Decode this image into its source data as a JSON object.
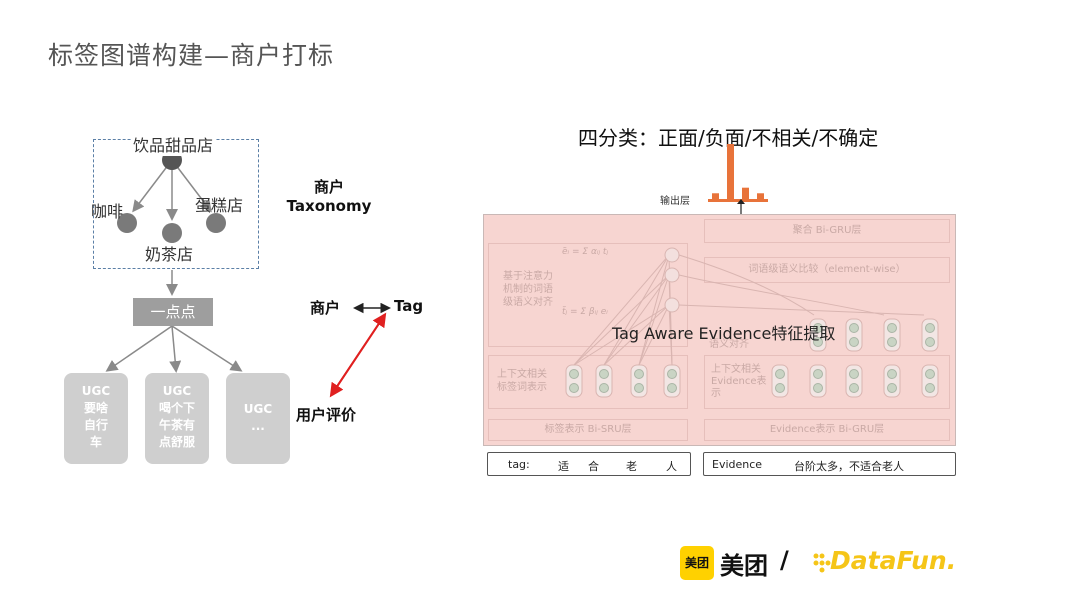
{
  "title": "标签图谱构建—商户打标",
  "taxonomy": {
    "root": "饮品甜品店",
    "child_left": "咖啡",
    "child_right": "蛋糕店",
    "child_bottom": "奶茶店",
    "label_line1": "商户",
    "label_line2": "Taxonomy"
  },
  "shop": "一点点",
  "ugc": [
    {
      "title": "UGC",
      "lines": [
        "要啥",
        "自行",
        "车"
      ]
    },
    {
      "title": "UGC",
      "lines": [
        "喝个下",
        "午茶有",
        "点舒服"
      ]
    },
    {
      "title": "UGC",
      "lines": [
        "..."
      ]
    }
  ],
  "relation": {
    "merchant": "商户",
    "tag": "Tag",
    "user_review": "用户评价"
  },
  "model": {
    "output_title": "四分类：正面/负面/不相关/不确定",
    "output_layer": "输出层",
    "overlay_title": "Tag Aware Evidence特征提取",
    "agg_layer": "聚合 Bi-GRU层",
    "compare_layer": "词语级语义比较（element-wise）",
    "attention": [
      "基于注意力",
      "机制的词语",
      "级语义对齐"
    ],
    "left_ctx": [
      "上下文相关",
      "标签词表示"
    ],
    "right_ctx": [
      "上下文相关",
      "Evidence表",
      "示"
    ],
    "align_small": "语义对齐",
    "tag_bottom": "标签表示 Bi-SRU层",
    "evidence_bottom": "Evidence表示 Bi-GRU层",
    "tag_label": "tag:",
    "tag_chars": [
      "适",
      "合",
      "老",
      "人"
    ],
    "evidence_label": "Evidence",
    "evidence_text": "台阶太多，不适合老人",
    "output_bars": [
      0.12,
      1.0,
      0.22,
      0.12
    ]
  },
  "brand": {
    "meituan_badge": "美团",
    "meituan": "美团",
    "slash": "/",
    "datafun": "DataFun."
  },
  "colors": {
    "accent_red": "#e02020",
    "bar_orange": "#e8733a",
    "meituan_yellow": "#ffd100",
    "datafun_yellow": "#f5c518"
  }
}
